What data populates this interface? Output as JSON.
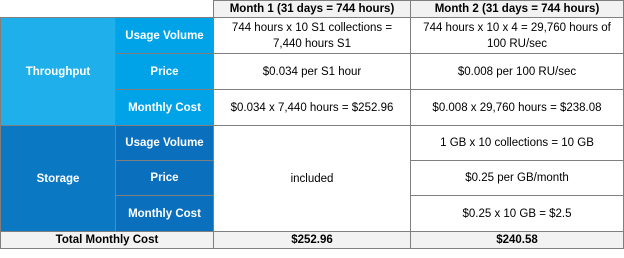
{
  "header": {
    "month1": "Month 1 (31 days = 744 hours)",
    "month2": "Month 2 (31 days = 744 hours)"
  },
  "throughput": {
    "label": "Throughput",
    "usage_volume_label": "Usage Volume",
    "price_label": "Price",
    "monthly_cost_label": "Monthly Cost",
    "m1_usage_line1": "744 hours x 10 S1 collections =",
    "m1_usage_line2": "7,440 hours S1",
    "m2_usage_line1": "744 hours x 10 x 4 = 29,760 hours of",
    "m2_usage_line2": "100 RU/sec",
    "m1_price": "$0.034 per S1 hour",
    "m2_price": "$0.008 per 100 RU/sec",
    "m1_cost": "$0.034  x 7,440 hours  =  $252.96",
    "m2_cost": "$0.008 x 29,760 hours = $238.08"
  },
  "storage": {
    "label": "Storage",
    "usage_volume_label": "Usage Volume",
    "price_label": "Price",
    "monthly_cost_label": "Monthly Cost",
    "m1_included": "included",
    "m2_usage": "1 GB x 10 collections = 10 GB",
    "m2_price": "$0.25 per GB/month",
    "m2_cost": "$0.25 x 10 GB = $2.5"
  },
  "total": {
    "label": "Total Monthly Cost",
    "m1": "$252.96",
    "m2": "$240.58"
  }
}
